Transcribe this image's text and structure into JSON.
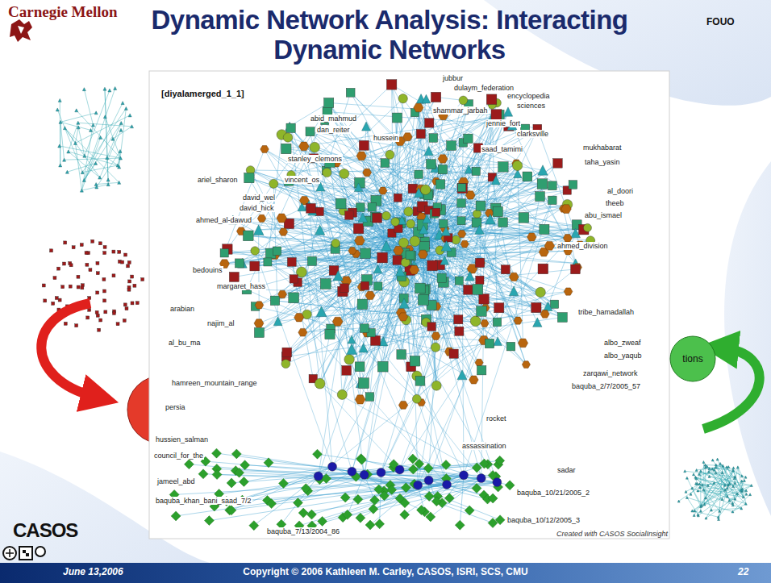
{
  "diagram": {
    "title": "Dynamic Network Analysis: Interacting Dynamic Networks",
    "nodes": [
      {
        "text": [
          "tions"
        ]
      }
    ],
    "labels": [
      "Carnegie Mellon",
      "FOUO",
      "[diyalamerged_1_1]",
      "jubbur",
      "dulaym_federation",
      "encyclopedia",
      "sciences",
      "shammar_jarbah",
      "abid_mahmud",
      "dan_reiter",
      "hussein",
      "jennie_fort",
      "clarksville",
      "saad_tamimi",
      "mukhabarat",
      "stanley_clemons",
      "ariel_sharon",
      "vincent_os",
      "taha_yasin",
      "david_wel",
      "david_hick",
      "al_doori",
      "ahmed_al-dawud",
      "theeb",
      "abu_ismael",
      "ahmed_division",
      "bedouins",
      "margaret_hass",
      "arabian",
      "najim_al",
      "al_bu_ma",
      "tribe_hamadallah",
      "albo_zweaf",
      "albo_yaqub",
      "hamreen_mountain_range",
      "zarqawi_network",
      "baquba_2/7/2005_57",
      "persia",
      "rocket",
      "hussien_salman",
      "assassination",
      "council_for_the",
      "sadar",
      "jameel_abd",
      "baquba_khan_bani_saad_7/2",
      "baquba_10/21/2005_2",
      "baquba_10/12/2005_3",
      "baquba_7/13/2004_86",
      "Created with CASOS SocialInsight",
      "CASOS",
      "June 13,2006",
      "Copyright © 2006 Kathleen M. Carley, CASOS, ISRI, SCS, CMU",
      "22"
    ]
  }
}
